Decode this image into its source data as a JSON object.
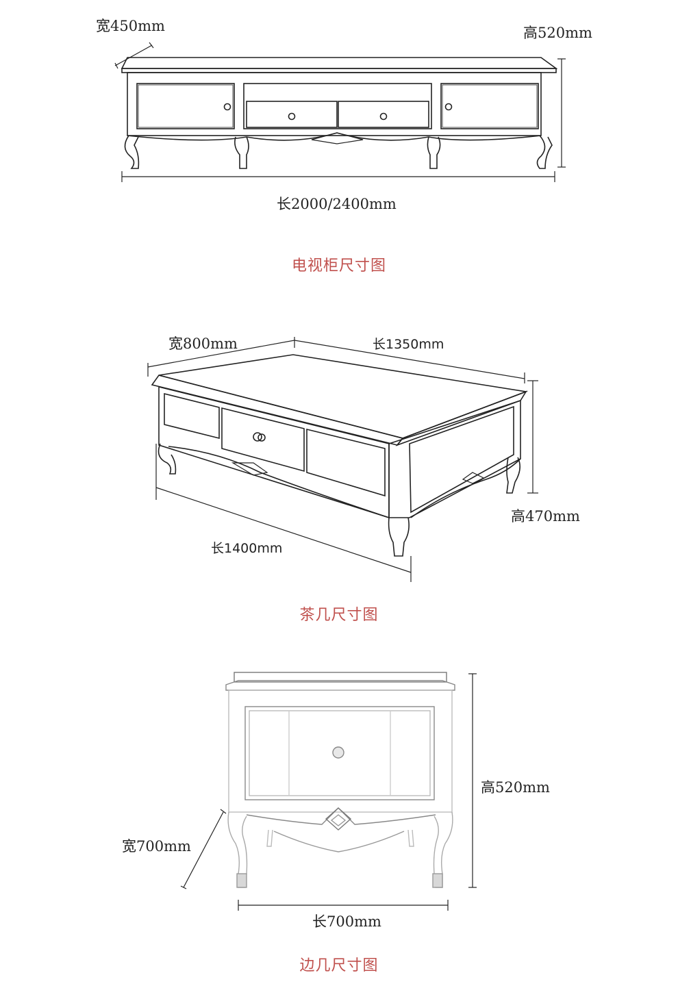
{
  "tv_cabinet": {
    "width_label": "宽450mm",
    "height_label": "高520mm",
    "length_label": "长2000/2400mm",
    "caption": "电视柜尺寸图"
  },
  "coffee_table": {
    "width_label": "宽800mm",
    "length_top_label": "长1350mm",
    "height_label": "高470mm",
    "length_label": "长1400mm",
    "caption": "茶几尺寸图"
  },
  "side_table": {
    "height_label": "高520mm",
    "width_label": "宽700mm",
    "length_label": "长700mm",
    "caption": "边几尺寸图"
  }
}
